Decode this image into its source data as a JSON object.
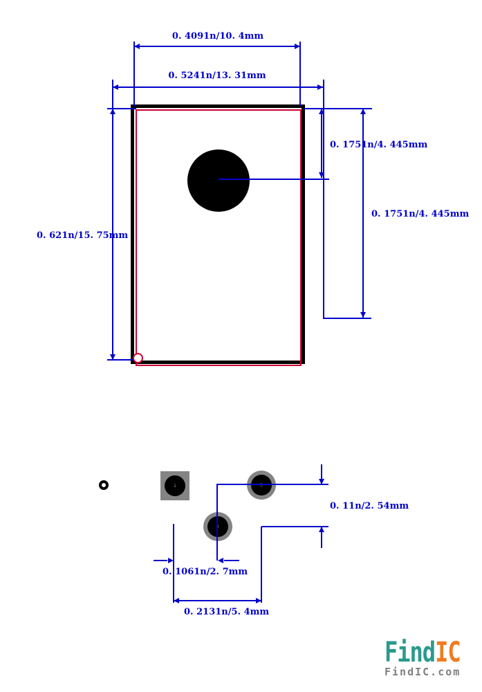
{
  "drawing": {
    "type": "component-footprint-dimension-drawing",
    "dimensions": {
      "body_width": "0. 4091n/10. 4mm",
      "courtyard_width": "0. 5241n/13. 31mm",
      "hole_offset_upper": "0. 1751n/4. 445mm",
      "hole_offset_lower": "0. 1751n/4. 445mm",
      "body_height": "0. 621n/15. 75mm",
      "pad_row_offset": "0. 11n/2. 54mm",
      "pad_pitch_small": "0. 1061n/2. 7mm",
      "pad_pitch_large": "0. 2131n/5. 4mm"
    },
    "pads": [
      {
        "label": "1"
      },
      {
        "label": "2"
      },
      {
        "label": "3"
      }
    ],
    "colors": {
      "dimension_blue": "#0000cc",
      "outline_black": "#000000",
      "courtyard_red": "#cc0033",
      "pad_gray": "#848484",
      "logo_teal": "#2a9a8d",
      "logo_orange": "#ef7c22",
      "logo_gray": "#7f7f7f"
    }
  },
  "logo": {
    "name_primary": "Find",
    "name_secondary": "IC",
    "domain": "FindIC.com"
  }
}
